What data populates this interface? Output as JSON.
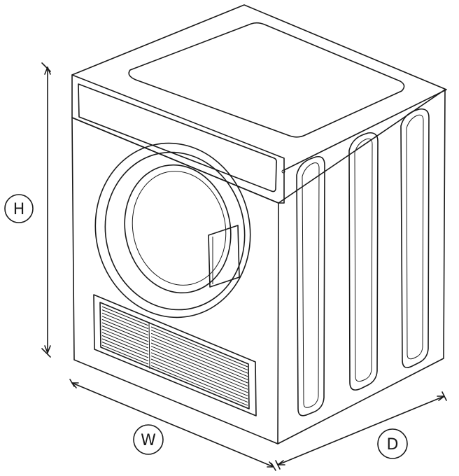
{
  "labels": {
    "height": "H",
    "width": "W",
    "depth": "D"
  },
  "colors": {
    "line": "#1a1a1a",
    "background": "#ffffff"
  }
}
